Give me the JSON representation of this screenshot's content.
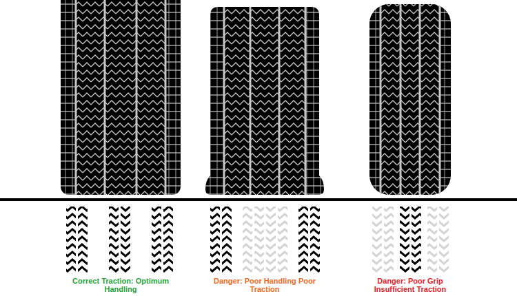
{
  "diagram": {
    "labels": [
      "Correct Traction: Optimum Handling",
      "Danger: Poor Handling Poor Traction",
      "Danger: Poor Grip Insufficient Traction"
    ]
  }
}
